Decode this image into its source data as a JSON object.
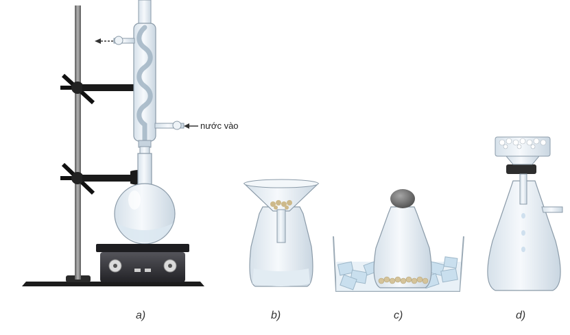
{
  "water_inlet_label": "nước vào",
  "captions": [
    "a)",
    "b)",
    "c)",
    "d)"
  ],
  "colors": {
    "glass": "#e6eef5",
    "glass_stroke": "#8a9aa8",
    "metal": "#1a1a1a",
    "rod": "#7d7d7d",
    "hotplate": "#2f2f33",
    "ice": "#cfe3f1",
    "crystals": "#d8c9a3"
  },
  "icons": {
    "a": "reflux-condenser-apparatus",
    "b": "funnel-filtration-flask",
    "c": "stoppered-flask-in-ice-bath",
    "d": "vacuum-filtration-flask"
  }
}
